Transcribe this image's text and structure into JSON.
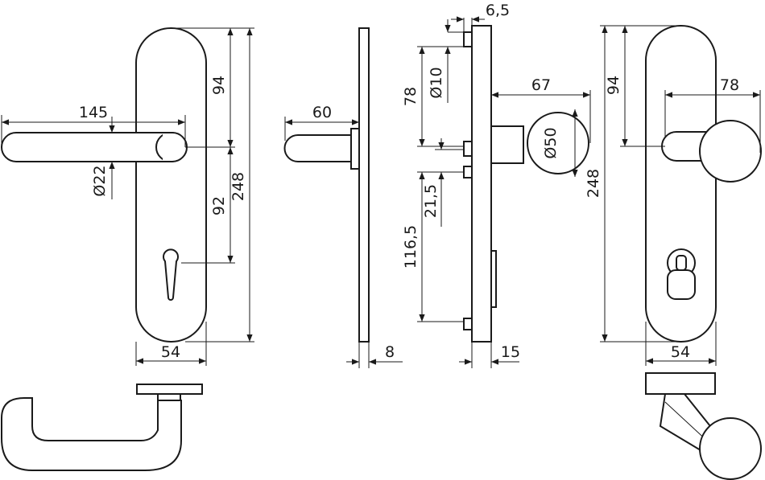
{
  "colors": {
    "line": "#1a1a1a",
    "background": "#ffffff"
  },
  "dimensions": {
    "lever_length": "145",
    "lever_diameter": "Ø22",
    "plate_width_left": "54",
    "top_to_axis_left": "94",
    "axis_to_cylinder": "92",
    "plate_height_left": "248",
    "side_projection": "60",
    "plate_thickness": "8",
    "screw_offset": "6,5",
    "screw_diameter": "Ø10",
    "screw_spacing_top": "78",
    "knob_projection": "67",
    "knob_diameter": "Ø50",
    "lower_screw_offset": "21,5",
    "lower_screw_spacing": "116,5",
    "rose_thickness": "15",
    "top_to_axis_right": "94",
    "knob_width_right": "78",
    "plate_height_right": "248",
    "plate_width_right": "54"
  }
}
